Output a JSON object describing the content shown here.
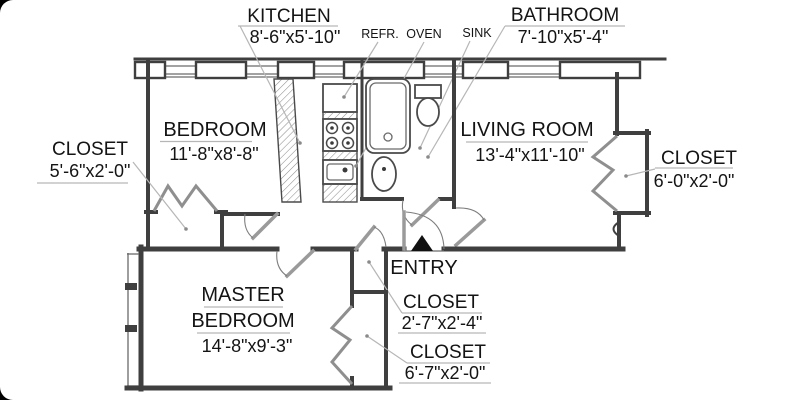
{
  "floorplan": {
    "rooms": {
      "kitchen": {
        "name": "KITCHEN",
        "dims": "8'-6\"x5'-10\""
      },
      "bathroom": {
        "name": "BATHROOM",
        "dims": "7'-10\"x5'-4\""
      },
      "bedroom": {
        "name": "BEDROOM",
        "dims": "11'-8\"x8'-8\""
      },
      "living_room": {
        "name": "LIVING ROOM",
        "dims": "13'-4\"x11'-10\""
      },
      "master_bedroom": {
        "name_line1": "MASTER",
        "name_line2": "BEDROOM",
        "dims": "14'-8\"x9'-3\""
      },
      "closet_left": {
        "name": "CLOSET",
        "dims": "5'-6\"x2'-0\""
      },
      "closet_right": {
        "name": "CLOSET",
        "dims": "6'-0\"x2'-0\""
      },
      "closet_entry": {
        "name": "CLOSET",
        "dims": "2'-7\"x2'-4\""
      },
      "closet_master": {
        "name": "CLOSET",
        "dims": "6'-7\"x2'-0\""
      },
      "entry": {
        "name": "ENTRY"
      }
    },
    "fixtures": {
      "refrigerator": "REFR.",
      "oven": "OVEN",
      "sink": "SINK"
    },
    "colors": {
      "wall": "#3f3f3f",
      "door_leaf": "#9a9a9a",
      "leader_line": "#b6b6b6",
      "text": "#141414",
      "hatch": "#909090",
      "background": "#ffffff",
      "entry_marker": "#111111"
    }
  }
}
